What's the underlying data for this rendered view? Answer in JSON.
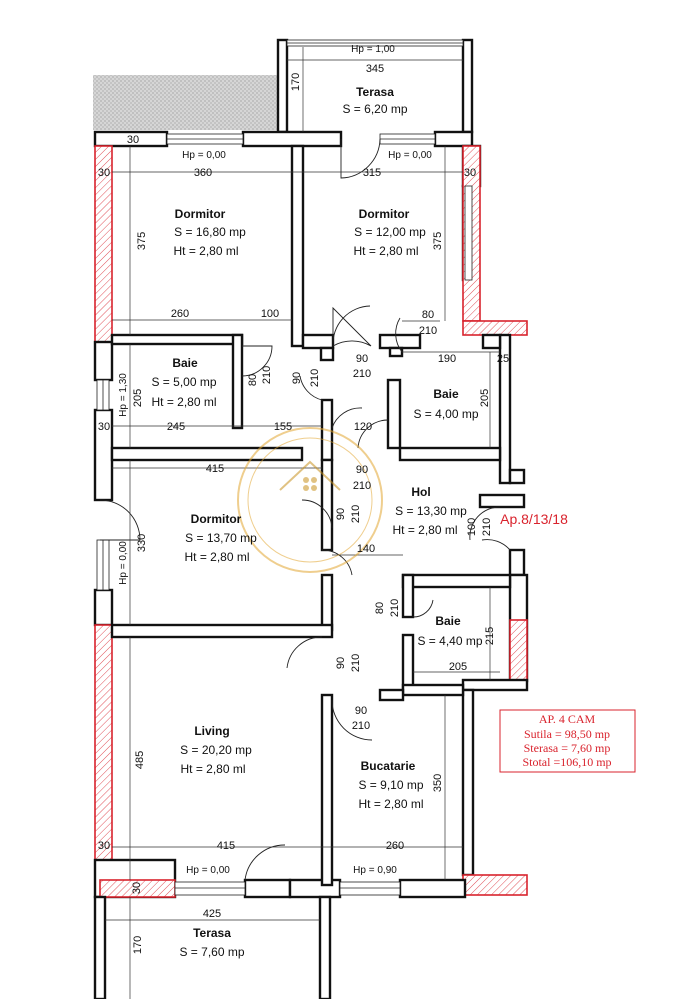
{
  "apartment_code": "Ap.8/13/18",
  "summary": {
    "title": "AP. 4 CAM",
    "sutila": "Sutila = 98,50 mp",
    "sterasa": "Sterasa = 7,60 mp",
    "stotal": "Stotal =106,10 mp"
  },
  "rooms": {
    "terasa_top": {
      "name": "Terasa",
      "area": "S = 6,20 mp"
    },
    "dormitor1": {
      "name": "Dormitor",
      "area": "S = 16,80 mp",
      "height": "Ht = 2,80 ml"
    },
    "dormitor2": {
      "name": "Dormitor",
      "area": "S = 12,00 mp",
      "height": "Ht = 2,80 ml"
    },
    "baie1": {
      "name": "Baie",
      "area": "S = 5,00 mp",
      "height": "Ht = 2,80 ml"
    },
    "baie2": {
      "name": "Baie",
      "area": "S = 4,00 mp"
    },
    "hol": {
      "name": "Hol",
      "area": "S = 13,30 mp",
      "height": "Ht = 2,80 ml"
    },
    "dormitor3": {
      "name": "Dormitor",
      "area": "S = 13,70 mp",
      "height": "Ht = 2,80 ml"
    },
    "baie3": {
      "name": "Baie",
      "area": "S = 4,40 mp"
    },
    "living": {
      "name": "Living",
      "area": "S = 20,20 mp",
      "height": "Ht = 2,80 ml"
    },
    "bucatarie": {
      "name": "Bucatarie",
      "area": "S = 9,10 mp",
      "height": "Ht = 2,80 ml"
    },
    "terasa_bottom": {
      "name": "Terasa",
      "area": "S = 7,60 mp"
    }
  },
  "window_heights": {
    "terasa_top": "Hp = 1,00",
    "dormitor1": "Hp = 0,00",
    "dormitor2": "Hp = 0,00",
    "baie1": "Hp = 1,30",
    "dormitor3": "Hp = 0,00",
    "living": "Hp = 0,00",
    "bucatarie": "Hp = 0,90"
  },
  "dimensions": {
    "d345": "345",
    "d170a": "170",
    "d30a": "30",
    "d30b": "30",
    "d30c": "30",
    "d360": "360",
    "d315": "315",
    "d375a": "375",
    "d375b": "375",
    "d260a": "260",
    "d100": "100",
    "d80a": "80",
    "d210a": "210",
    "d80b": "80",
    "d210b": "210",
    "d90a": "90",
    "d210c": "210",
    "d90b": "90",
    "d210d": "210",
    "d190": "190",
    "d25": "25",
    "d205a": "205",
    "d205b": "205",
    "d30d": "30",
    "d245": "245",
    "d155": "155",
    "d120": "120",
    "d415a": "415",
    "d90c": "90",
    "d210e": "210",
    "d90d": "90",
    "d210f": "210",
    "d100b": "100",
    "d210g": "210",
    "d330": "330",
    "d140": "140",
    "d80c": "80",
    "d210h": "210",
    "d215": "215",
    "d205c": "205",
    "d90e": "90",
    "d210i": "210",
    "d90f": "90",
    "d210j": "210",
    "d485": "485",
    "d350": "350",
    "d30e": "30",
    "d415b": "415",
    "d260b": "260",
    "d30f": "30",
    "d425": "425",
    "d170b": "170"
  }
}
